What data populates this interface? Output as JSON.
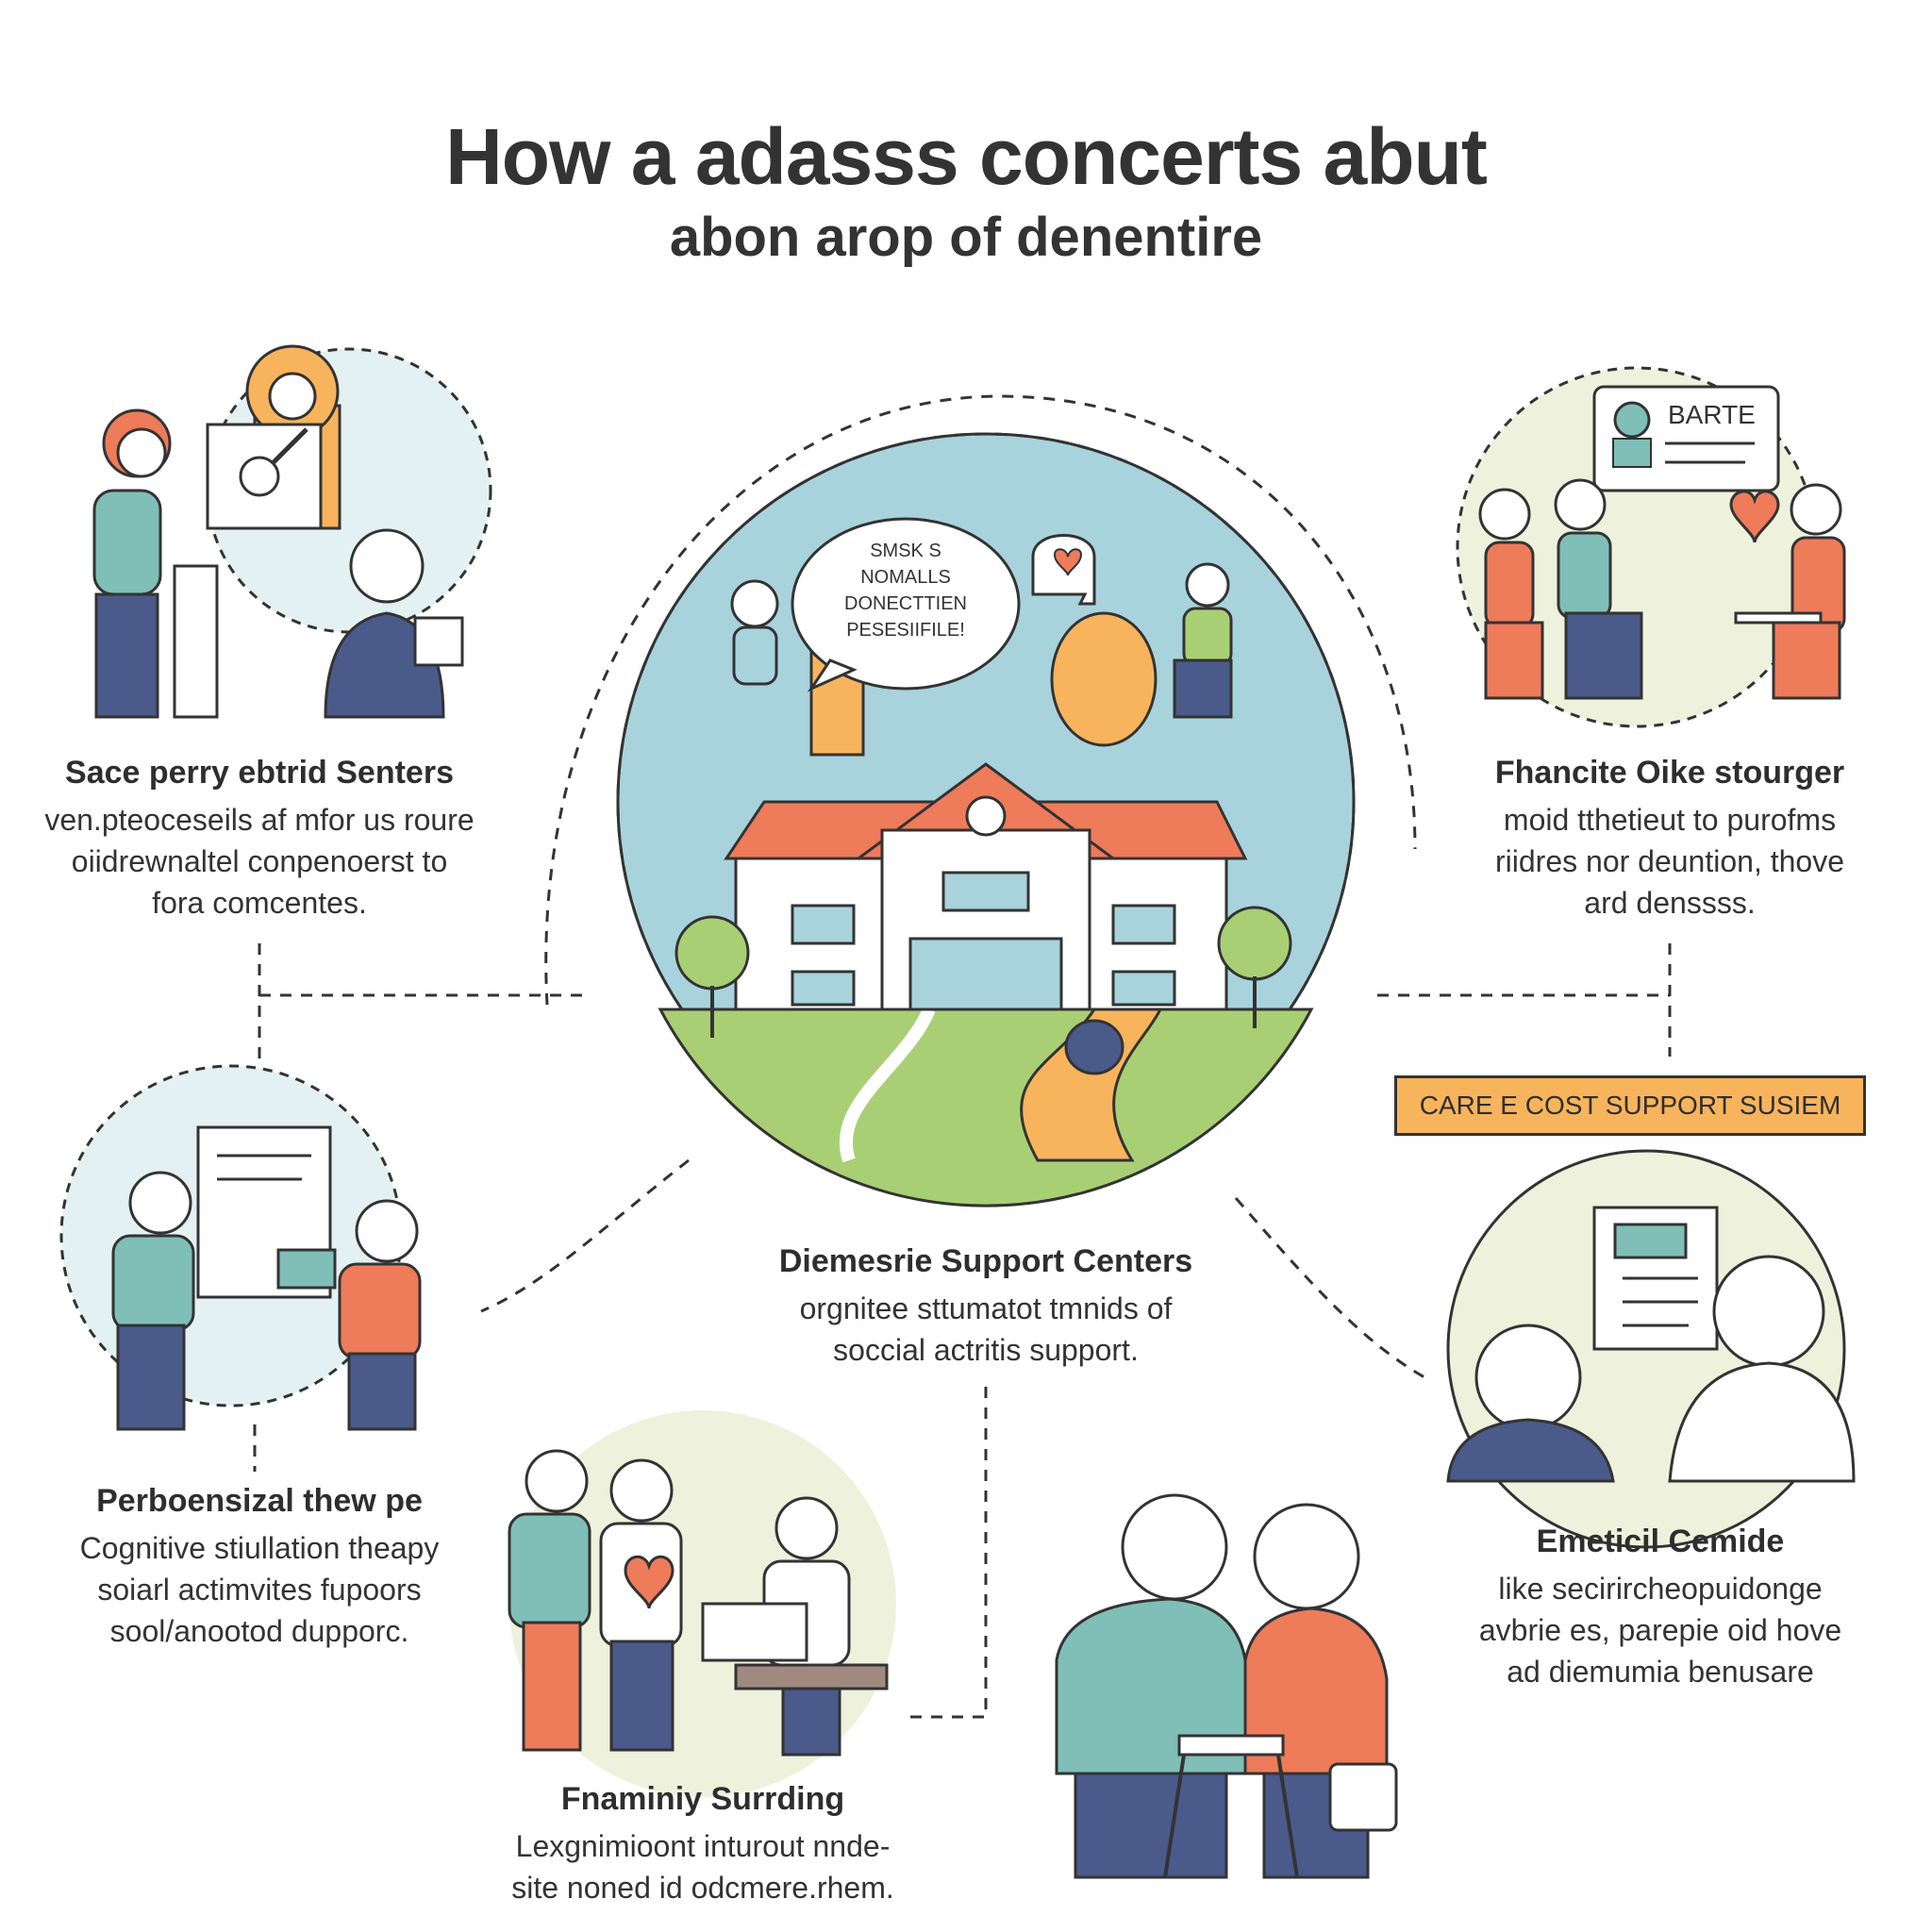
{
  "title": {
    "line1": "How a adasss concerts abut",
    "line2": "abon arop of denentire"
  },
  "sections": {
    "top_left": {
      "heading": "Sace perry ebtrid Senters",
      "lines": [
        "ven.pteoceseils af mfor us roure",
        "oiidrewnaltel conpenoerst to",
        "fora comcentes."
      ]
    },
    "top_right": {
      "heading": "Fhancite Oike stourger",
      "lines": [
        "moid tthetieut to purofms",
        "riidres nor deuntion, thove",
        "ard denssss."
      ]
    },
    "center": {
      "heading": "Diemesrie Support Centers",
      "lines": [
        "orgnitee sttumatot tmnids of",
        "soccial actritis support."
      ]
    },
    "mid_left": {
      "heading": "Perboensizal thew pe",
      "lines": [
        "Cognitive stiullation theapy",
        "soiarl actimvites fupoors",
        "sool/anootod dupporc."
      ]
    },
    "mid_right": {
      "heading": "Emeticil Cemide",
      "lines": [
        "like secirircheopuidonge",
        "avbrie es, parepie oid hove",
        "ad diemumia benusare"
      ]
    },
    "bottom_center": {
      "heading": "Fnaminiy Surrding",
      "lines": [
        "Lexgnimioont inturout nnde-",
        "site noned id odcmere.rhem."
      ]
    }
  },
  "callout": {
    "label": "CARE E  COST SUPPORT SUSIEM"
  },
  "speech_bubble": {
    "lines": [
      "SMSK S",
      "NOMALLS",
      "DONECTTIEN",
      "PESESIIFILE!"
    ]
  },
  "badge": {
    "label": "BARTE"
  },
  "colors": {
    "teal": "#7fbfb8",
    "orange": "#ee7b5a",
    "amber": "#f8b45c",
    "navy": "#4a5a8a",
    "sky": "#a9d3dc",
    "cream": "#eef2dc",
    "grass": "#a9cf74"
  }
}
